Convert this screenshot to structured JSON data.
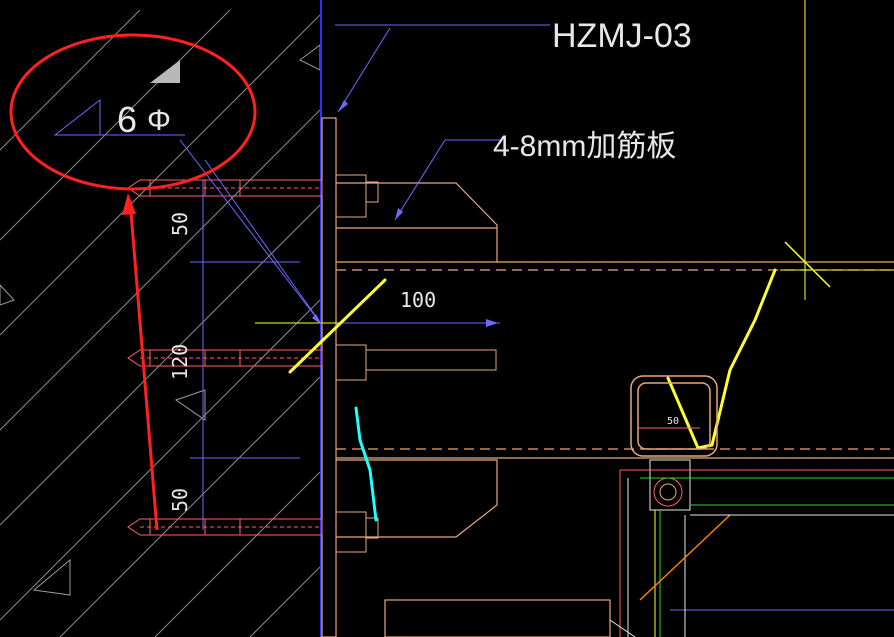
{
  "labels": {
    "part_code": "HZMJ-03",
    "stiffener": "4-8mm加筋板",
    "weld_size": "6",
    "weld_symbol": "Φ",
    "dim_100": "100",
    "dim_50_top": "50",
    "dim_120": "120",
    "dim_50_bottom": "50",
    "dim_small_50": "50"
  },
  "colors": {
    "background": "#000000",
    "hatch": "#9a9a9a",
    "steel_orange": "#e8a878",
    "bolt_red": "#ff6060",
    "dim_blue": "#6a6aff",
    "annot_red": "#ff2020",
    "markup_yellow": "#ffff30",
    "markup_cyan": "#20ffff",
    "axis_blue": "#3030ff",
    "green": "#20e020",
    "white": "#e8e8e8"
  }
}
